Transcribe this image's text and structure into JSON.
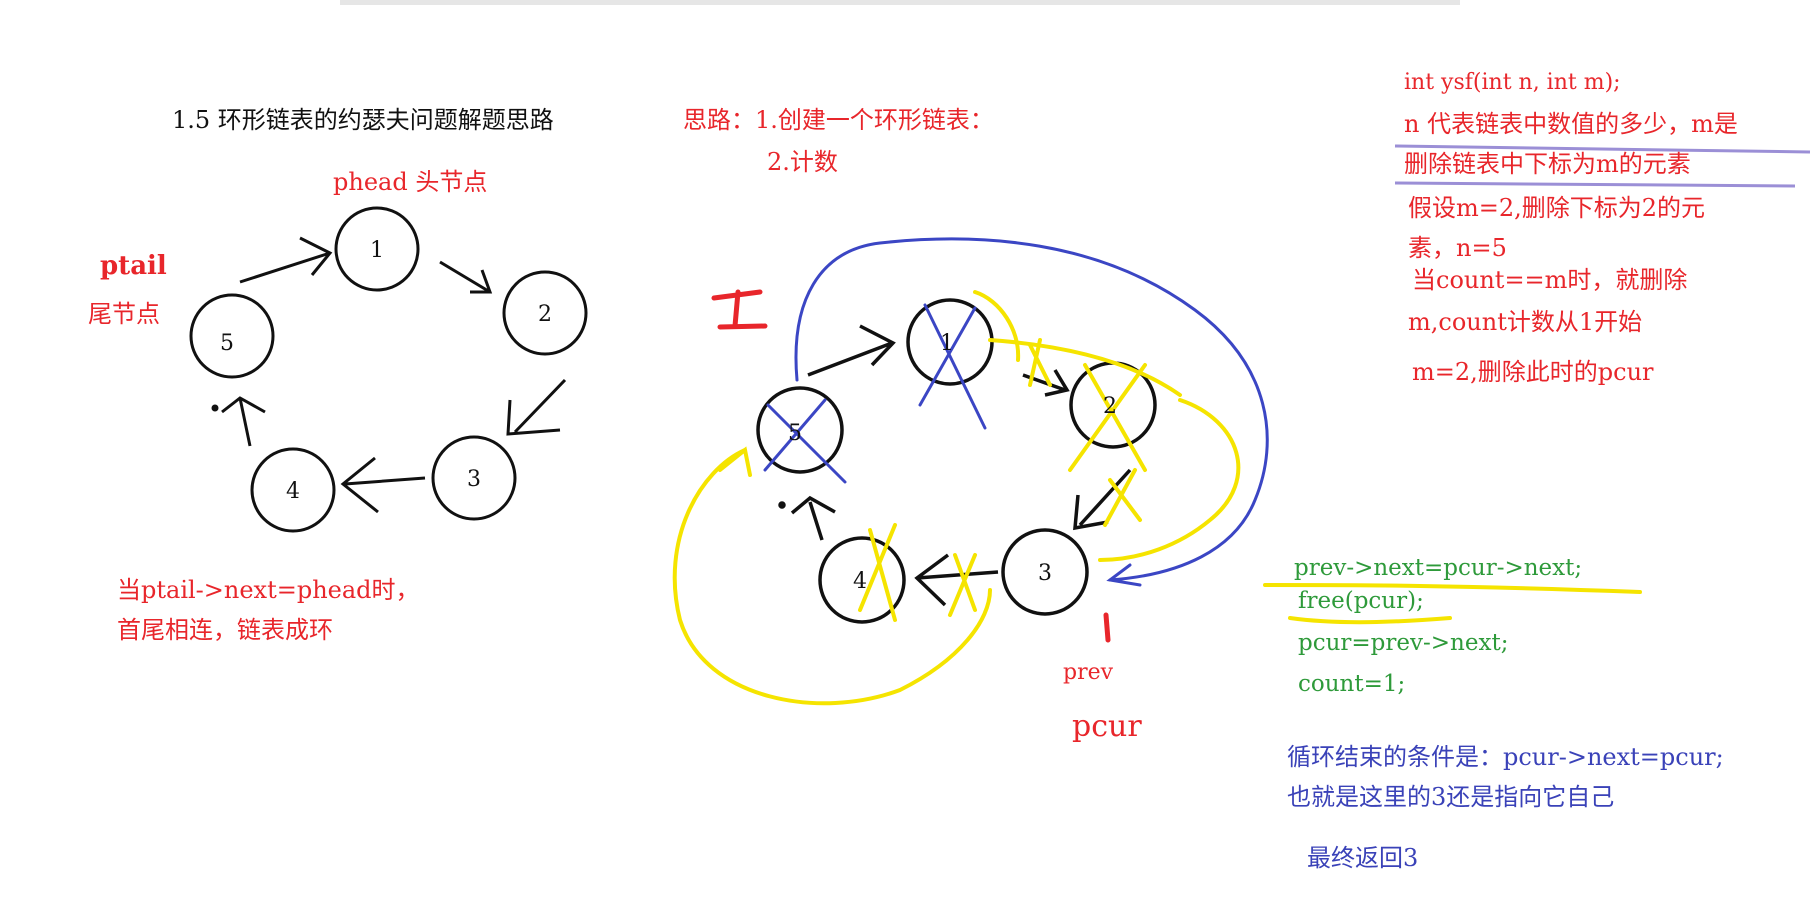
{
  "title": "1.5 环形链表的约瑟夫问题解题思路",
  "left_diagram": {
    "head_label": "phead  头节点",
    "tail_label": "ptail",
    "tail_sub": "尾节点",
    "nodes": [
      "1",
      "2",
      "3",
      "4",
      "5"
    ],
    "note_line1": "当ptail->next=phead时，",
    "note_line2": "首尾相连，链表成环"
  },
  "middle": {
    "idea_line1": "思路：1.创建一个环形链表：",
    "idea_line2": "2.计数",
    "count_mark_left": "1",
    "count_mark_right": "1",
    "nodes": [
      "1",
      "2",
      "3",
      "4",
      "5"
    ],
    "prev_label": "prev",
    "pcur_label": "pcur"
  },
  "right_notes": {
    "signature": "int ysf(int n,    int m);",
    "line1": "n 代表链表中数值的多少，m是",
    "line2": "删除链表中下标为m的元素",
    "line3": "假设m=2,删除下标为2的元",
    "line4": "素，n=5",
    "line5": "当count==m时，就删除",
    "line6": "m,count计数从1开始",
    "line7": "m=2,删除此时的pcur"
  },
  "code": {
    "line1": "prev->next=pcur->next;",
    "line2": "free(pcur);",
    "line3": "pcur=prev->next;",
    "line4": "count=1;"
  },
  "loop_notes": {
    "line1": "循环结束的条件是：pcur->next=pcur;",
    "line2": "也就是这里的3还是指向它自己",
    "line3": "最终返回3"
  },
  "colors": {
    "red": "#e8262b",
    "black": "#111111",
    "green": "#2e9a3a",
    "blue": "#3a42b8",
    "pen_blue": "#3b46c4",
    "highlight_yellow": "#f5e400",
    "underline_purple": "#9b8fd6"
  }
}
